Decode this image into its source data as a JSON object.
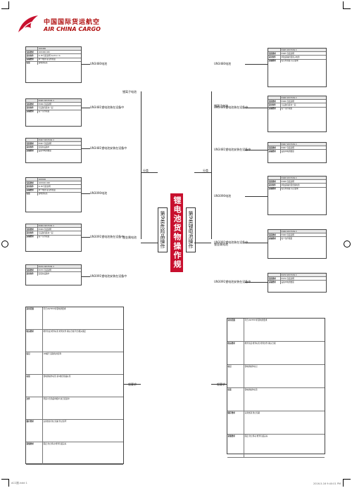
{
  "logo": {
    "cn": "中国国际货运航空",
    "en": "AIR CHINA CARGO"
  },
  "center_title": "锂电池货物操作规范",
  "left_side": "第9类危险品操作",
  "right_side": "第9类锂电池操作",
  "branch_labels": {
    "left_top": "锂离子电池",
    "left_mid": "锂金属电池",
    "right_top": "锂离子电池",
    "right_mid": "锂金属电池",
    "left_bottom": "一般要求",
    "right_bottom": "一般要求",
    "left_split": "分类",
    "right_split": "分类"
  },
  "left_tables": [
    {
      "title": "UN3480",
      "label": "UN3480电池",
      "rows": [
        [
          "包装要求",
          "UN3480 965"
        ],
        [
          "适用条件",
          "IA,IB 包装说明 Section IA"
        ],
        [
          "运输要求",
          "单个电池 每包件限量"
        ],
        [
          "标签",
          "锂电池标签"
        ]
      ]
    },
    {
      "title": "PI965 SECTION II",
      "label": "UN3481锂电池装在设备中",
      "rows": [
        [
          "包装要求",
          "PI966 包装说明"
        ],
        [
          "适用条件",
          "与设备包装在一起"
        ],
        [
          "运输要求",
          "每个包件限量"
        ]
      ]
    },
    {
      "title": "PI967 SECTION II",
      "label": "UN3481锂电池安装在设备中",
      "rows": [
        [
          "包装要求",
          "PI967 包装说明"
        ],
        [
          "适用条件",
          "安装在设备中"
        ],
        [
          "运输要求",
          "设备中电池数量"
        ]
      ]
    },
    {
      "title": "UN3090",
      "label": "UN3090电池",
      "rows": [
        [
          "包装要求",
          "UN3090 968"
        ],
        [
          "适用条件",
          "IA,IB 包装说明"
        ],
        [
          "运输要求",
          "单个电池 每包件限量"
        ],
        [
          "标签",
          "锂电池标签"
        ]
      ]
    },
    {
      "title": "PI969 SECTION II",
      "label": "UN3091锂电池装在设备中",
      "rows": [
        [
          "包装要求",
          "PI969 包装说明"
        ],
        [
          "适用条件",
          "与设备包装在一起"
        ],
        [
          "运输要求",
          "每个包件限量"
        ]
      ]
    },
    {
      "title": "PI970 SECTION II",
      "label": "UN3091锂电池安装在设备中",
      "rows": [
        [
          "包装要求",
          "PI970 包装说明"
        ],
        [
          "适用条件",
          "安装在设备中"
        ]
      ]
    }
  ],
  "right_tables": [
    {
      "title": "PI965 SECTION II",
      "label": "UN3480电池",
      "rows": [
        [
          "包装要求",
          "PI965 包装说明"
        ],
        [
          "适用条件",
          "单独运输的锂离子电池"
        ],
        [
          "运输要求",
          "每包件限量 标记要求"
        ]
      ]
    },
    {
      "title": "PI966 SECTION II",
      "label": "UN3481锂电池装在设备中",
      "rows": [
        [
          "包装要求",
          "PI966 包装说明"
        ],
        [
          "适用条件",
          "与设备包装在一起"
        ],
        [
          "运输要求",
          "每个包件限量"
        ]
      ]
    },
    {
      "title": "PI967 SECTION II",
      "label": "UN3481锂电池安装在设备中",
      "rows": [
        [
          "包装要求",
          "PI967 包装说明"
        ],
        [
          "运输要求",
          "设备中电池数量"
        ]
      ]
    },
    {
      "title": "PI968 SECTION II",
      "label": "UN3090电池",
      "rows": [
        [
          "包装要求",
          "PI968 包装说明"
        ],
        [
          "适用条件",
          "单独运输的锂金属电池"
        ],
        [
          "运输要求",
          "每包件限量 标记要求"
        ]
      ]
    },
    {
      "title": "PI969 SECTION II",
      "label": "UN3091锂电池装在设备中",
      "rows": [
        [
          "包装要求",
          "PI969 包装说明"
        ],
        [
          "运输要求",
          "每个包件限量"
        ]
      ]
    },
    {
      "title": "PI970 SECTION II",
      "label": "UN3091锂电池安装在设备中",
      "rows": [
        [
          "包装要求",
          "PI970 包装说明"
        ],
        [
          "运输要求",
          "设备中电池数量"
        ]
      ]
    }
  ],
  "left_general": [
    [
      "适用范围",
      "符合UN/TEST的锂电池要求"
    ],
    [
      "收运要求",
      "检查包装 检查标签 检查文件 确认合规 符合相关规定"
    ],
    [
      "标记",
      "UN编号 运输专用名称"
    ],
    [
      "标签",
      "锂电池操作标签 第9类危险品标签"
    ],
    [
      "文件",
      "托运人危险品申报单 航空货运单"
    ],
    [
      "储存要求",
      "远离热源 防止短路 防止损坏"
    ],
    [
      "装载要求",
      "固定 防止移动 检查包装完好"
    ]
  ],
  "right_general": [
    [
      "适用范围",
      "符合UN/TEST的锂电池要求"
    ],
    [
      "收运要求",
      "检查包装 检查标签 检查文件 确认合规"
    ],
    [
      "标记",
      "锂电池操作标记"
    ],
    [
      "标签",
      "锂电池操作标签"
    ],
    [
      "储存要求",
      "远离热源 防止短路"
    ],
    [
      "装载要求",
      "固定 防止移动 检查包装完好"
    ]
  ],
  "footer": {
    "left": "ACC图.indd 1",
    "right": "2016-5-16 9:40:01 PM"
  }
}
